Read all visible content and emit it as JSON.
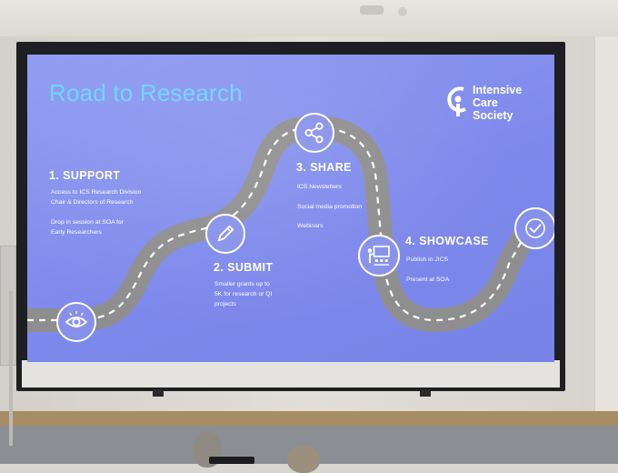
{
  "slide": {
    "title": "Road to Research",
    "logo": {
      "line1": "Intensive",
      "line2": "Care",
      "line3": "Society"
    },
    "colors": {
      "background": "#7e89ec",
      "title": "#6ad4ff",
      "road": "#8e8e8e",
      "text": "#ffffff"
    },
    "steps": [
      {
        "title": "1. SUPPORT",
        "icon": "eye-icon",
        "lines": [
          "Access to ICS Research Division",
          "Chair & Directors of Research",
          "",
          "Drop in session at SOA for",
          "Early Researchers"
        ]
      },
      {
        "title": "2. SUBMIT",
        "icon": "pencil-icon",
        "lines": [
          "Smaller grants up to",
          "5K for research or QI",
          "projects"
        ]
      },
      {
        "title": "3. SHARE",
        "icon": "share-icon",
        "lines": [
          "ICS Newsletters",
          "",
          "Social media promotion",
          "",
          "Webinars"
        ]
      },
      {
        "title": "4. SHOWCASE",
        "icon": "presentation-icon",
        "lines": [
          "Publish in JICS",
          "",
          "Present at SOA"
        ]
      }
    ],
    "finish_icon": "checkmark-icon"
  }
}
